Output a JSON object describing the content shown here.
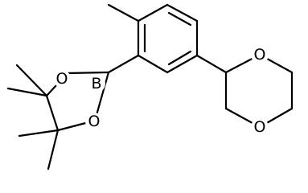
{
  "atoms": {
    "boron": "B",
    "oxygen_upper": "O",
    "oxygen_lower": "O",
    "dioxane_o_upper": "O",
    "dioxane_o_lower": "O"
  },
  "colors": {
    "bond": "#000000",
    "background": "#ffffff"
  }
}
